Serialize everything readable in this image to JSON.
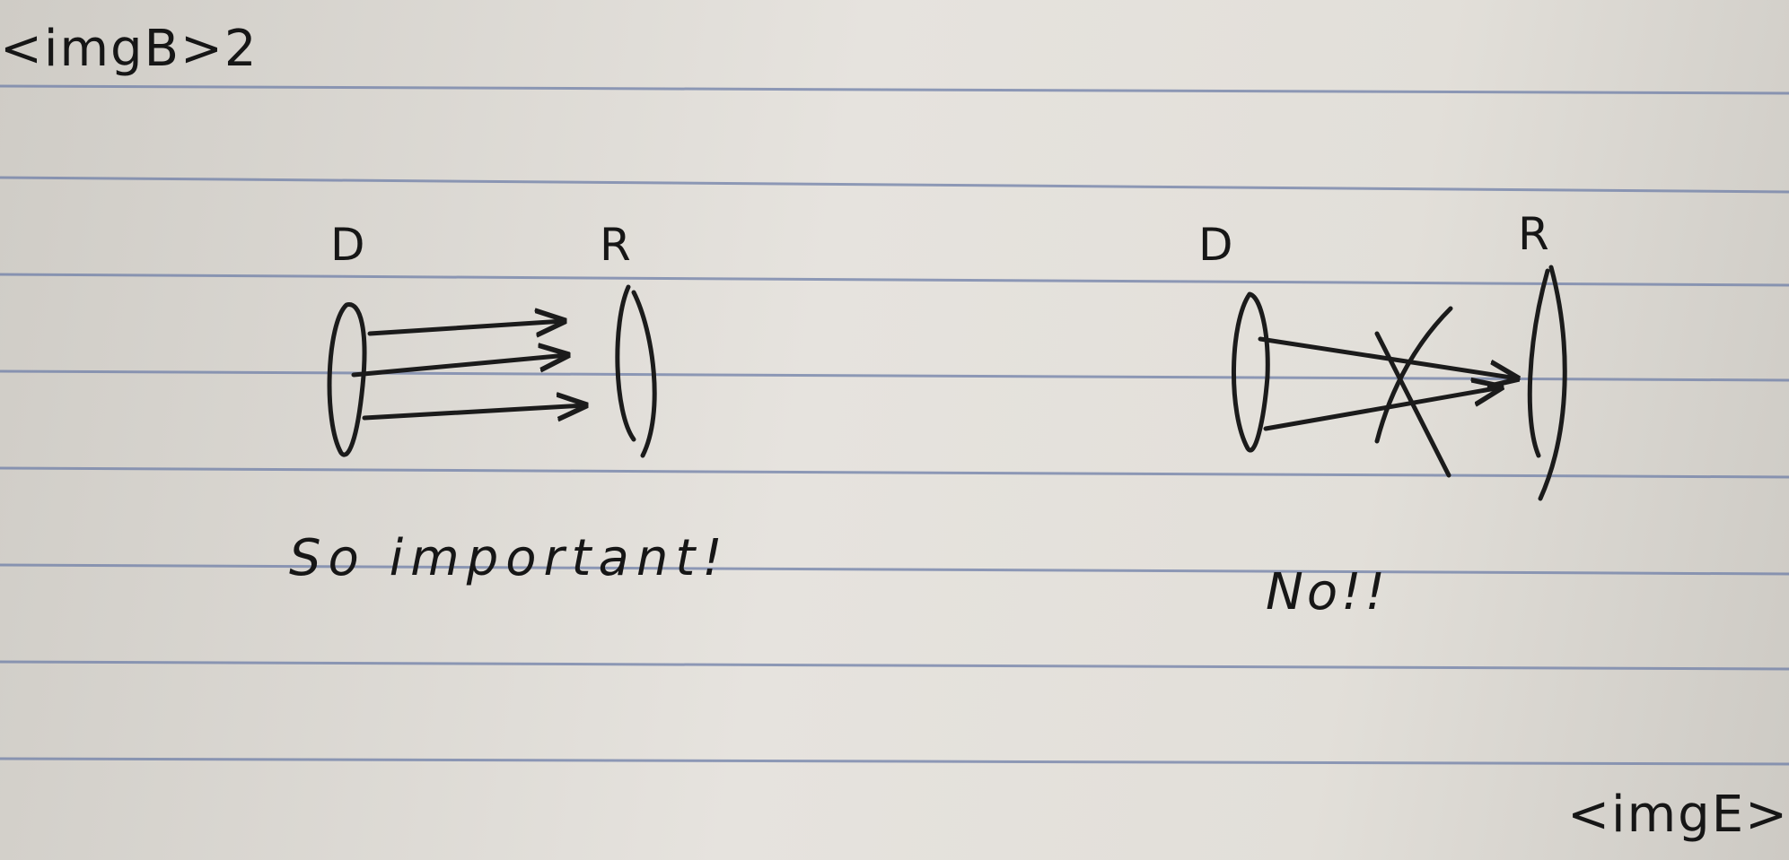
{
  "header": {
    "begin_marker": "<imgB>2"
  },
  "footer": {
    "end_marker": "<imgE>"
  },
  "diagrams": [
    {
      "domain_label": "D",
      "range_label": "R",
      "caption": "So important!",
      "arrows": 3,
      "crossed_out": false
    },
    {
      "domain_label": "D",
      "range_label": "R",
      "caption": "No!!",
      "arrows": 2,
      "crossed_out": true
    }
  ],
  "colors": {
    "ink": "#1b1b1b",
    "paper": "#e2dfd9",
    "rule_line": "#6f7fa8"
  }
}
